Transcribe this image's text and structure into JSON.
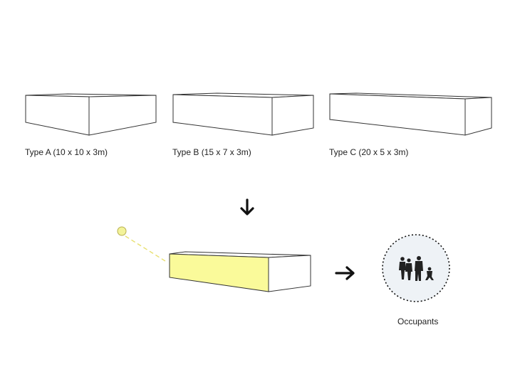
{
  "boxes": [
    {
      "label": "Type A (10 x 10 x 3m)"
    },
    {
      "label": "Type B (15 x 7 x 3m)"
    },
    {
      "label": "Type C (20 x 5 x 3m)"
    }
  ],
  "occupants_label": "Occupants",
  "icons": [
    "down-arrow-icon",
    "right-arrow-icon",
    "sun-icon",
    "people-silhouette-icon"
  ],
  "colors": {
    "outline": "#333333",
    "lit_face": "#fafa9a",
    "sun": "#f3f39a",
    "sun_ray": "#e8e070",
    "occupant_bg": "#eef2f6",
    "silhouette": "#222222"
  }
}
